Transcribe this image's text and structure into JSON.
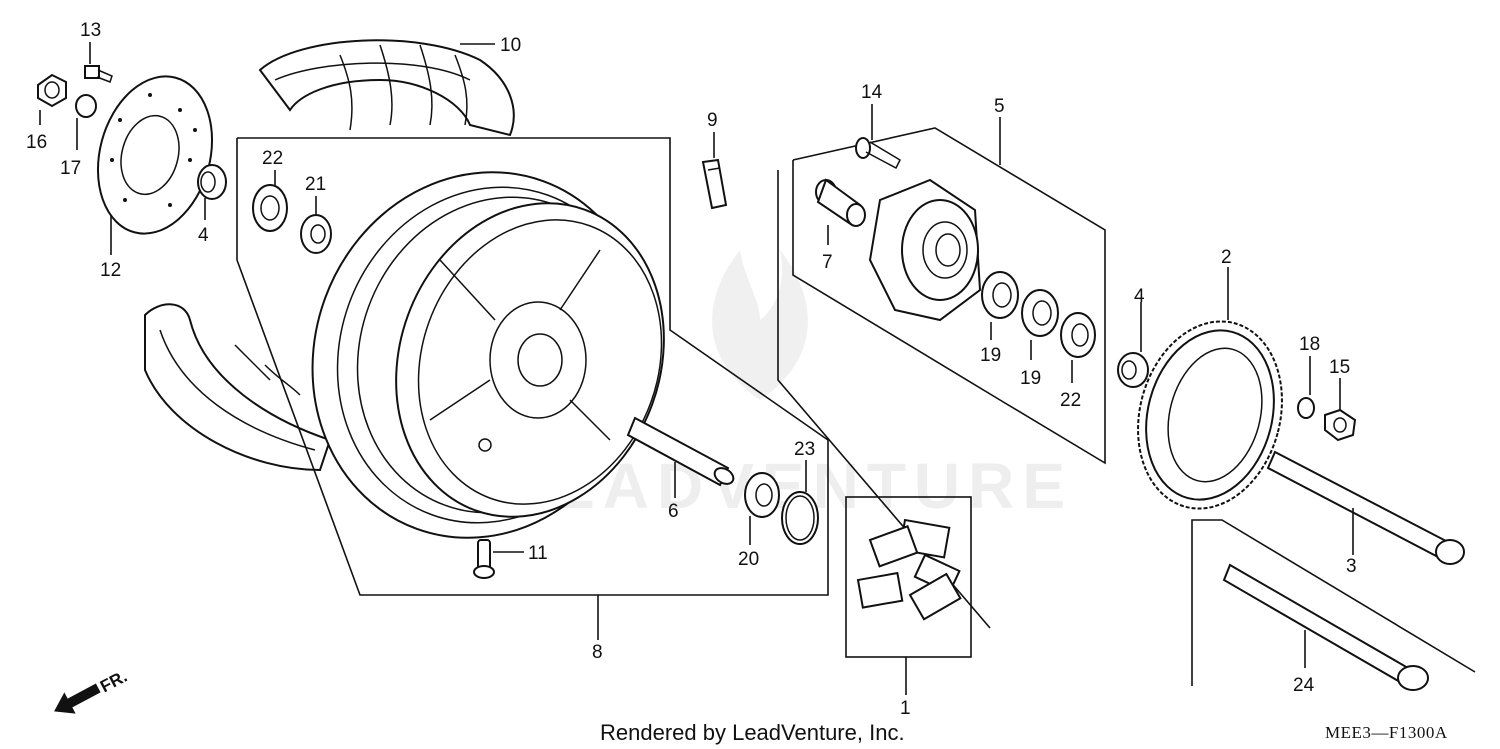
{
  "callouts": [
    "1",
    "2",
    "3",
    "4",
    "4",
    "5",
    "6",
    "7",
    "8",
    "9",
    "10",
    "11",
    "12",
    "13",
    "14",
    "15",
    "16",
    "17",
    "18",
    "19",
    "19",
    "20",
    "21",
    "22",
    "22",
    "23",
    "24"
  ],
  "footer": {
    "rendered_by": "Rendered by LeadVenture, Inc.",
    "diagram_code": "MEE3—F1300A",
    "front_indicator": "FR."
  },
  "watermark": "LEADVENTURE"
}
